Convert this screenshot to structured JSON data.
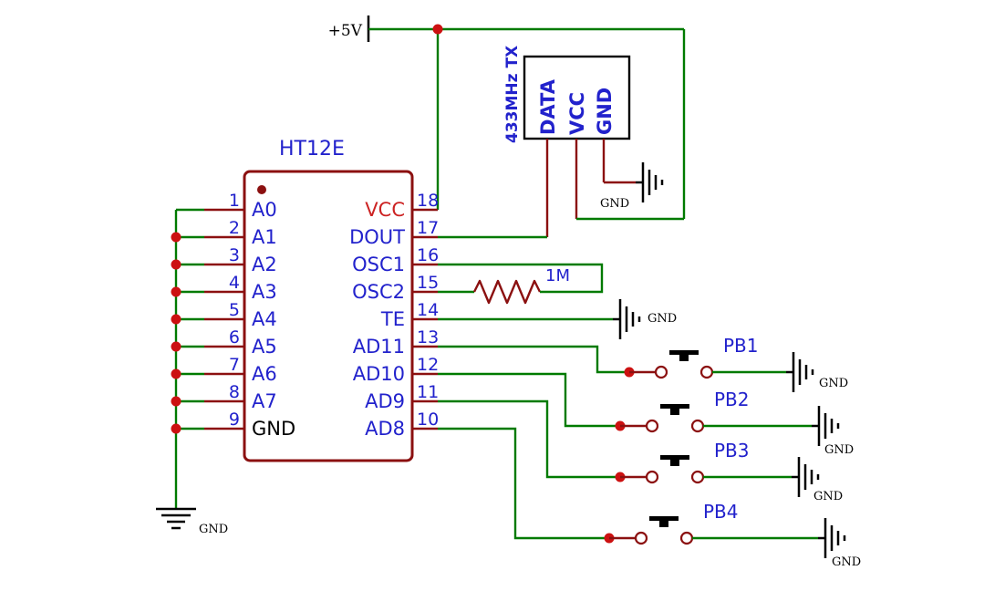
{
  "diagram": {
    "type": "circuit-schematic",
    "power": {
      "label": "+5V"
    },
    "ic": {
      "title": "HT12E",
      "left_pins": [
        {
          "number": "1",
          "label": "A0"
        },
        {
          "number": "2",
          "label": "A1"
        },
        {
          "number": "3",
          "label": "A2"
        },
        {
          "number": "4",
          "label": "A3"
        },
        {
          "number": "5",
          "label": "A4"
        },
        {
          "number": "6",
          "label": "A5"
        },
        {
          "number": "7",
          "label": "A6"
        },
        {
          "number": "8",
          "label": "A7"
        },
        {
          "number": "9",
          "label": "GND"
        }
      ],
      "right_pins": [
        {
          "number": "18",
          "label": "VCC"
        },
        {
          "number": "17",
          "label": "DOUT"
        },
        {
          "number": "16",
          "label": "OSC1"
        },
        {
          "number": "15",
          "label": "OSC2"
        },
        {
          "number": "14",
          "label": "TE"
        },
        {
          "number": "13",
          "label": "AD11"
        },
        {
          "number": "12",
          "label": "AD10"
        },
        {
          "number": "11",
          "label": "AD9"
        },
        {
          "number": "10",
          "label": "AD8"
        }
      ]
    },
    "tx": {
      "title": "433MHz TX",
      "pins": [
        "DATA",
        "VCC",
        "GND"
      ],
      "gnd_label": "GND"
    },
    "resistor": {
      "value": "1M"
    },
    "te_ground_label": "GND",
    "left_ground_label": "GND",
    "buttons": [
      {
        "label": "PB1",
        "gnd_label": "GND"
      },
      {
        "label": "PB2",
        "gnd_label": "GND"
      },
      {
        "label": "PB3",
        "gnd_label": "GND"
      },
      {
        "label": "PB4",
        "gnd_label": "GND"
      }
    ],
    "colors": {
      "wire": "#007A00",
      "component": "#8B1010",
      "junction": "#CC1111",
      "label": "#2222CC",
      "vcc": "#CC2222",
      "ink": "#000000",
      "background": "#FFFFFF"
    }
  }
}
